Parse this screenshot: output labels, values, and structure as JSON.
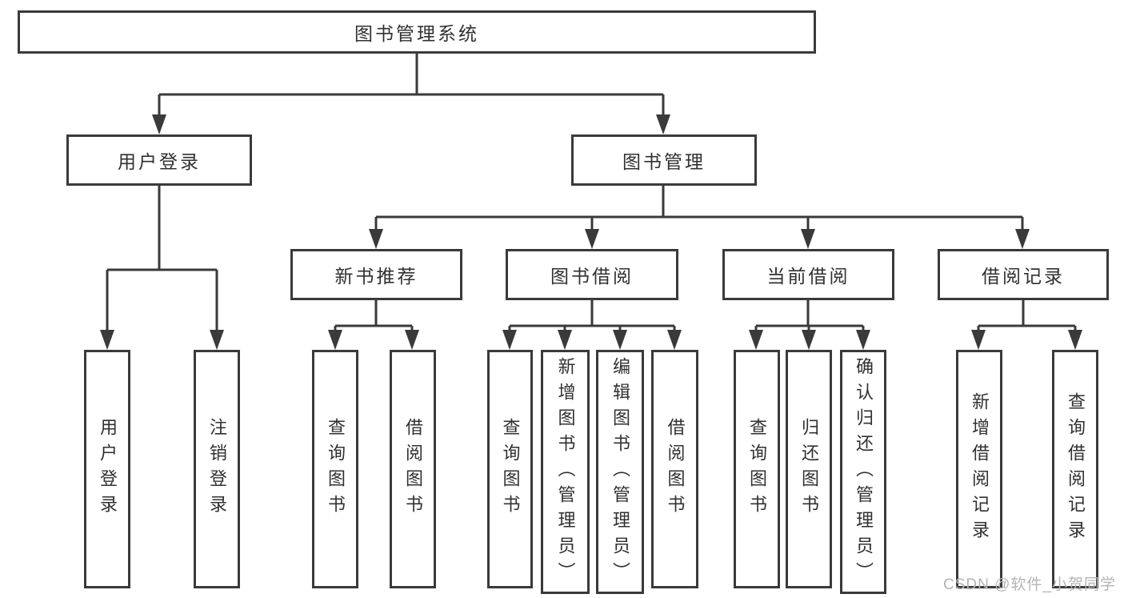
{
  "tree": {
    "root": "图书管理系统",
    "branches": [
      {
        "label": "用户登录",
        "leaves": [
          "用户登录",
          "注销登录"
        ]
      },
      {
        "label": "图书管理",
        "groups": [
          {
            "label": "新书推荐",
            "leaves": [
              "查询图书",
              "借阅图书"
            ]
          },
          {
            "label": "图书借阅",
            "leaves": [
              "查询图书",
              "新增图书（管理员）",
              "编辑图书（管理员）",
              "借阅图书"
            ]
          },
          {
            "label": "当前借阅",
            "leaves": [
              "查询图书",
              "归还图书",
              "确认归还（管理员）"
            ]
          },
          {
            "label": "借阅记录",
            "leaves": [
              "新增借阅记录",
              "查询借阅记录"
            ]
          }
        ]
      }
    ]
  },
  "watermark": {
    "text": "CSDN @软件_小贺同学"
  },
  "colors": {
    "line": "#3a3a3a",
    "box_border": "#3a3a3a",
    "text": "#303030",
    "watermark": "#b4b4b4",
    "background": "#ffffff"
  }
}
